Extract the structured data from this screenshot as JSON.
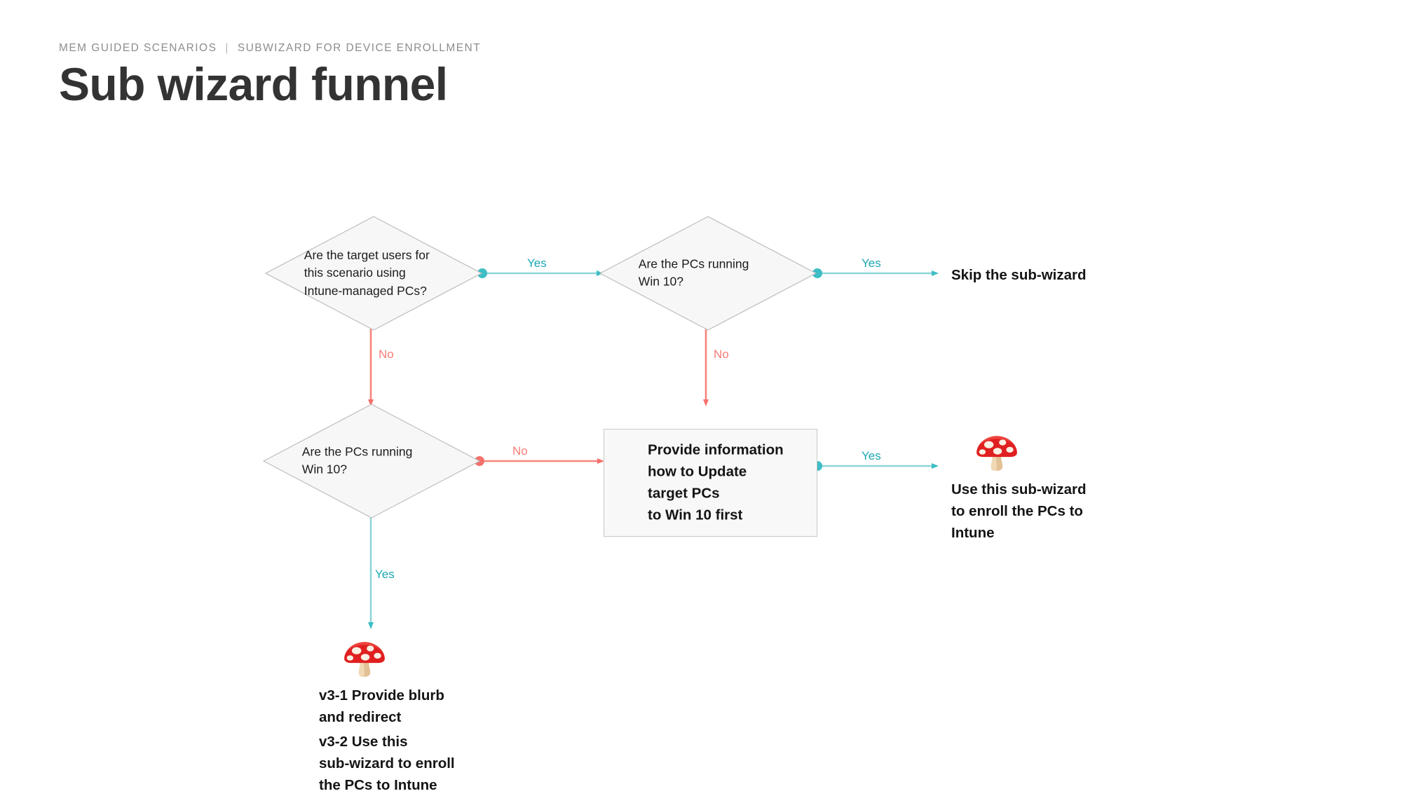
{
  "header": {
    "eyebrow_left": "MEM GUIDED SCENARIOS",
    "eyebrow_sep": "|",
    "eyebrow_right": "SUBWIZARD FOR DEVICE ENROLLMENT",
    "title": "Sub wizard funnel"
  },
  "colors": {
    "yes_line": "#8ed5d8",
    "yes_accent": "#3dbdc4",
    "no_line": "#f7837d",
    "no_accent": "#f4716b",
    "node_fill": "#f7f7f7",
    "node_stroke": "#bdbdbd",
    "title": "#333333",
    "eyebrow": "#8d8d8d"
  },
  "diagram": {
    "type": "flowchart",
    "nodes": [
      {
        "id": "d1",
        "shape": "decision",
        "text": "Are the target users for\nthis scenario using\nIntune-managed PCs?",
        "lines": [
          "Are the target users for",
          "this scenario using",
          "Intune-managed PCs?"
        ]
      },
      {
        "id": "d2",
        "shape": "decision",
        "text": "Are the PCs running\nWin 10?",
        "lines": [
          "Are the PCs running",
          "Win 10?"
        ]
      },
      {
        "id": "d3",
        "shape": "decision",
        "text": "Are the PCs running\nWin 10?",
        "lines": [
          "Are the PCs running",
          "Win 10?"
        ]
      },
      {
        "id": "r1",
        "shape": "process",
        "text": "Provide information\nhow to Update\ntarget PCs\nto Win 10 first"
      },
      {
        "id": "t1",
        "shape": "terminal-text",
        "text": "Skip the sub-wizard"
      },
      {
        "id": "t2",
        "shape": "terminal-icon",
        "icon": "mushroom-icon",
        "text": "Use this sub-wizard\nto enroll the PCs to\nIntune"
      },
      {
        "id": "t3",
        "shape": "terminal-icon",
        "icon": "mushroom-icon",
        "text_a": "v3-1 Provide blurb\n        and redirect",
        "text_b": "v3-2 Use this\nsub-wizard to enroll\nthe PCs to Intune"
      }
    ],
    "edges": [
      {
        "id": "e1",
        "from": "d1",
        "to": "d2",
        "label": "Yes",
        "branch": "yes",
        "direction": "right"
      },
      {
        "id": "e2",
        "from": "d2",
        "to": "t1",
        "label": "Yes",
        "branch": "yes",
        "direction": "right"
      },
      {
        "id": "e3",
        "from": "d1",
        "to": "d3",
        "label": "No",
        "branch": "no",
        "direction": "down"
      },
      {
        "id": "e4",
        "from": "d2",
        "to": "",
        "label": "No",
        "branch": "no",
        "direction": "down"
      },
      {
        "id": "e5",
        "from": "d3",
        "to": "r1",
        "label": "No",
        "branch": "no",
        "direction": "right"
      },
      {
        "id": "e6",
        "from": "r1",
        "to": "t2",
        "label": "Yes",
        "branch": "yes",
        "direction": "right"
      },
      {
        "id": "e7",
        "from": "d3",
        "to": "t3",
        "label": "Yes",
        "branch": "yes",
        "direction": "down"
      }
    ]
  }
}
